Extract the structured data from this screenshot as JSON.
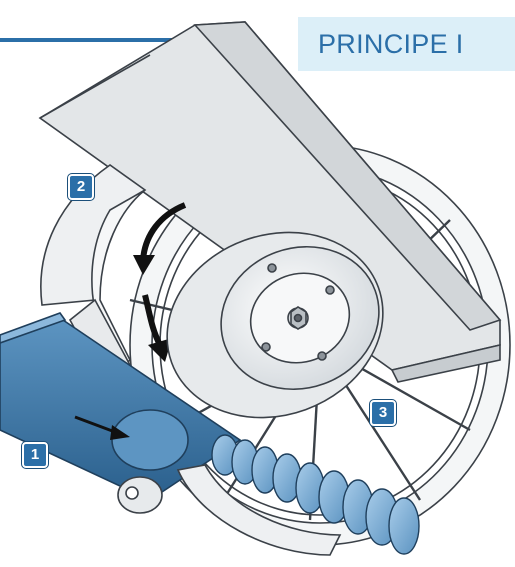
{
  "header": {
    "title": "PRINCIPE I"
  },
  "callouts": [
    {
      "id": "1",
      "label": "1"
    },
    {
      "id": "2",
      "label": "2"
    },
    {
      "id": "3",
      "label": "3"
    }
  ],
  "colors": {
    "accent": "#2b6fa8",
    "header_band": "#dceff8",
    "belt": "#3d78a8",
    "rollers": "#7aaed4",
    "metal": "#e9ecee"
  },
  "icons": [
    "rotation-arrow-icon",
    "rotation-arrow-icon",
    "feed-arrow-icon"
  ]
}
